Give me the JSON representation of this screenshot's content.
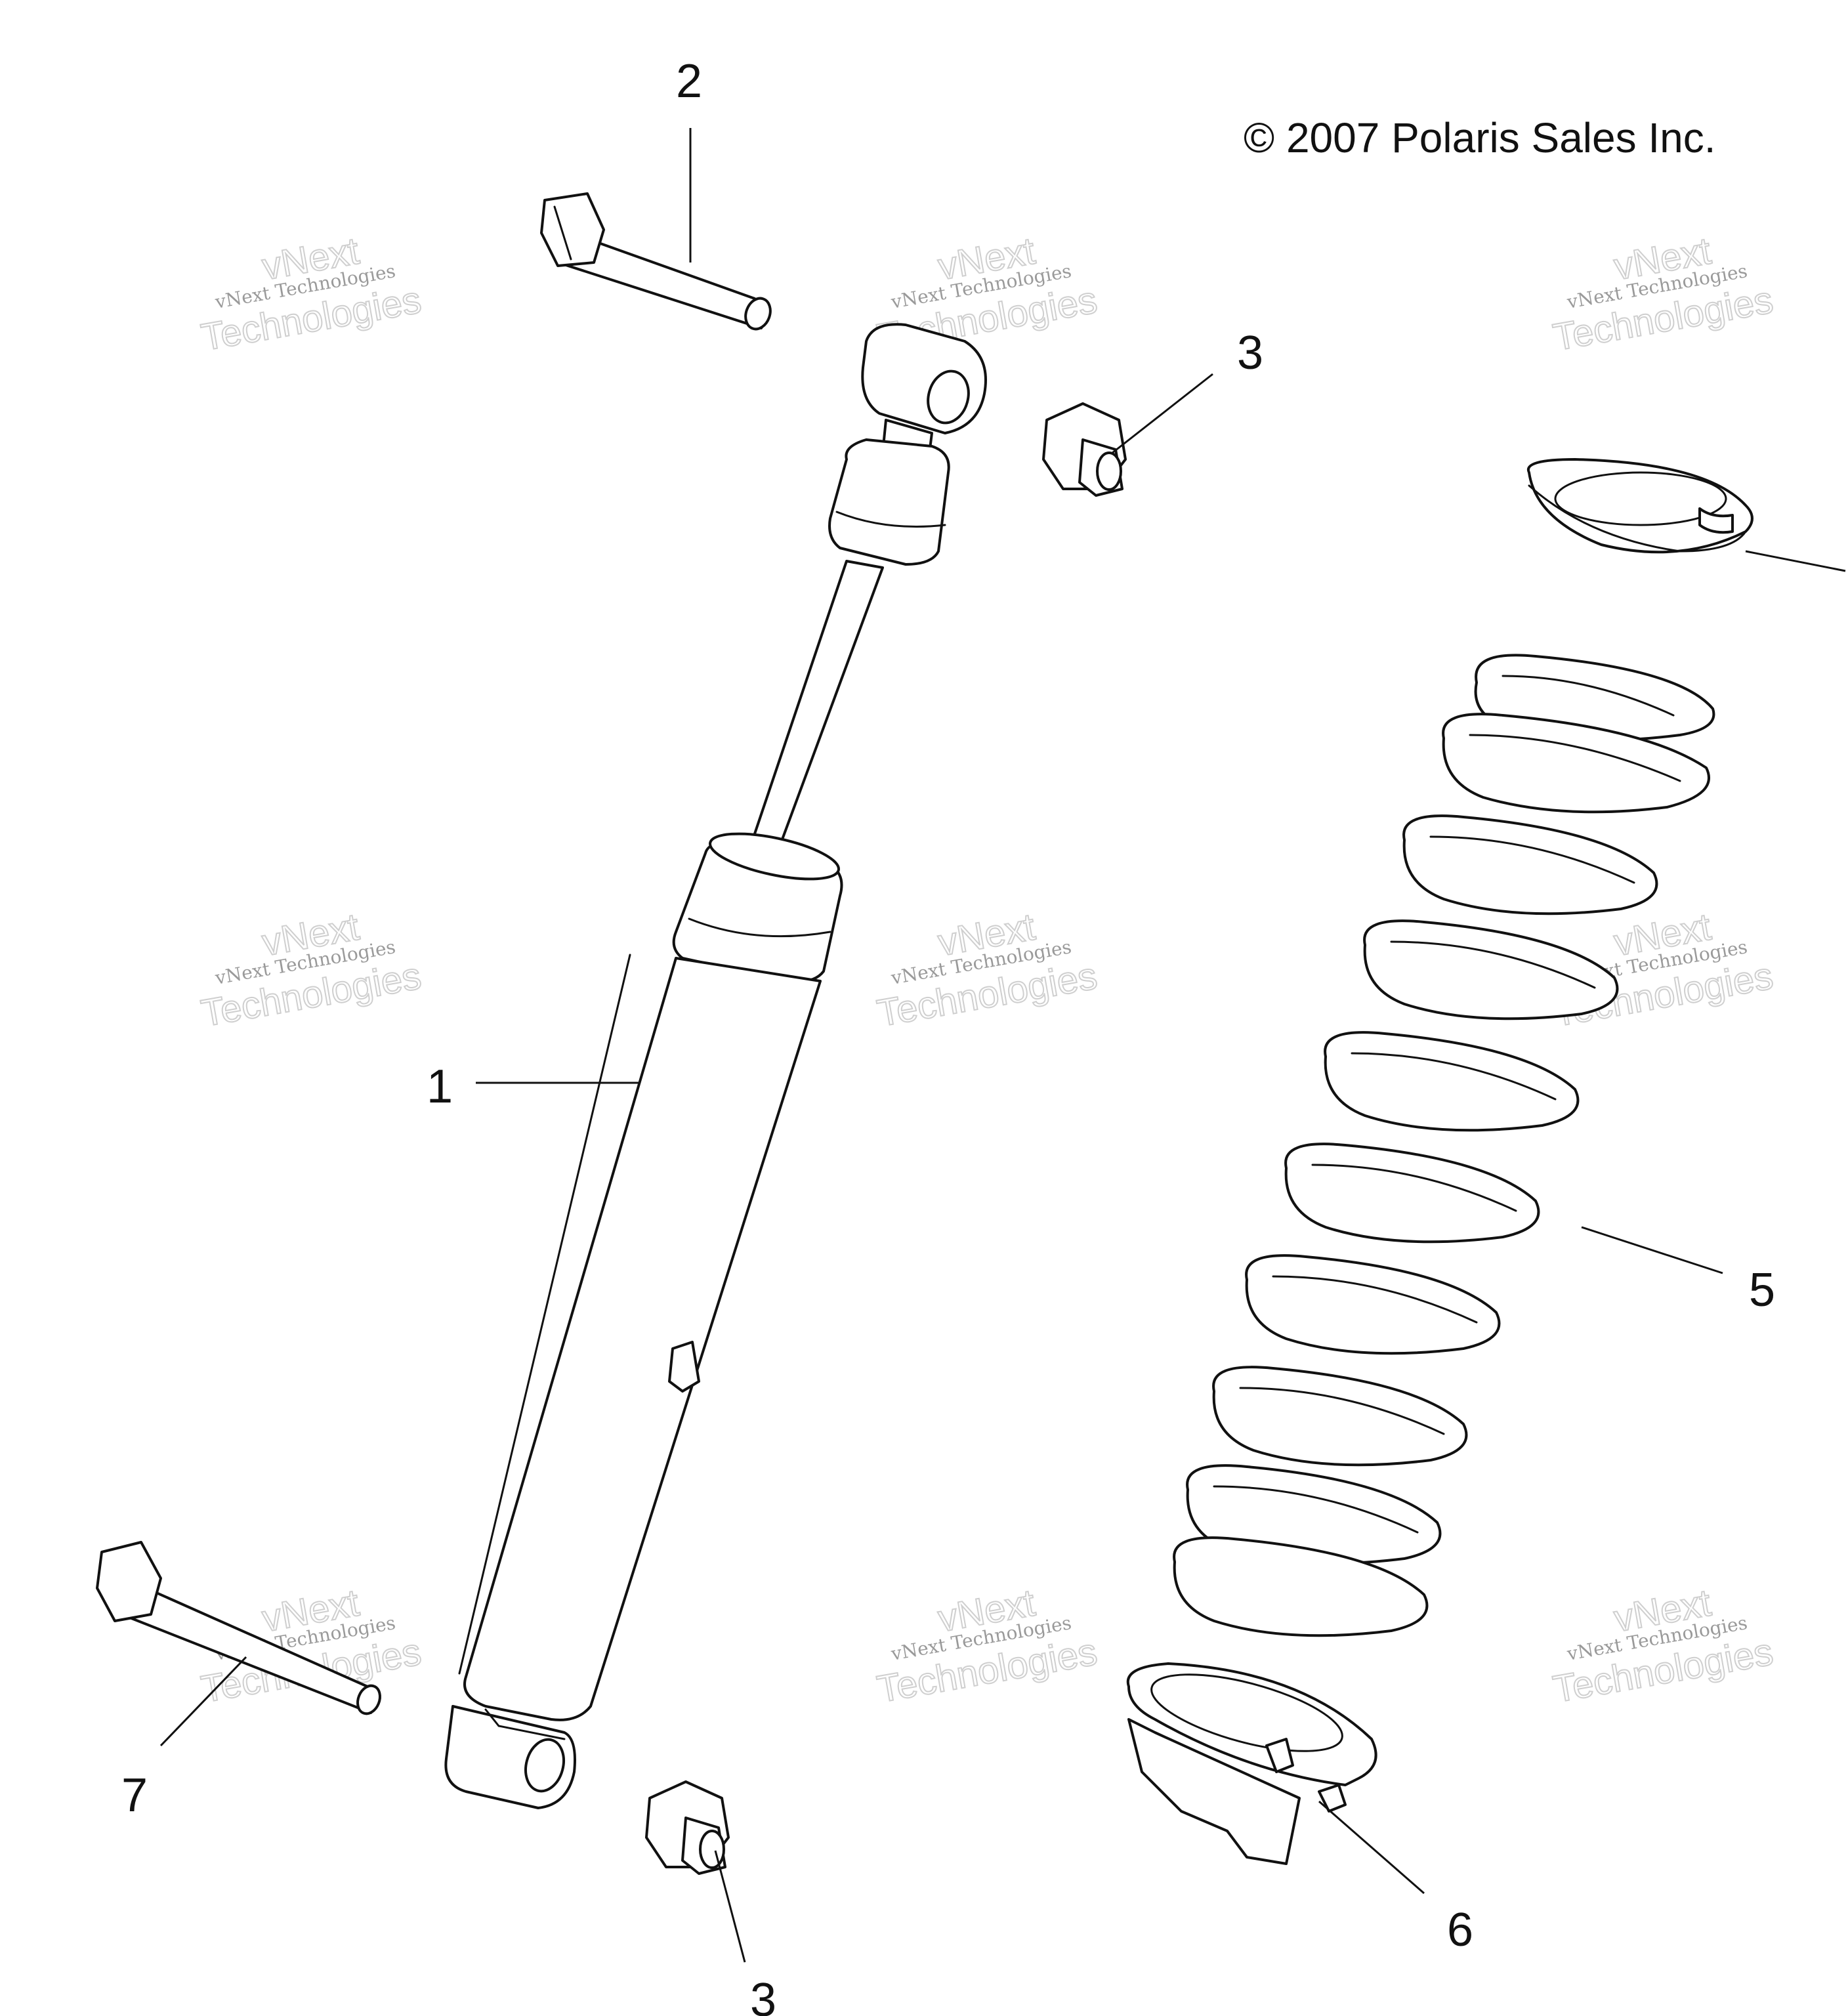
{
  "copyright": "© 2007 Polaris Sales Inc.",
  "watermark": {
    "line1": "vNext Technologies",
    "line2": "vNext",
    "line3": "Technologies"
  },
  "callouts": [
    {
      "id": "1",
      "label": "1"
    },
    {
      "id": "2",
      "label": "2"
    },
    {
      "id": "3a",
      "label": "3"
    },
    {
      "id": "3b",
      "label": "3"
    },
    {
      "id": "5",
      "label": "5"
    },
    {
      "id": "6",
      "label": "6"
    },
    {
      "id": "7",
      "label": "7"
    }
  ]
}
